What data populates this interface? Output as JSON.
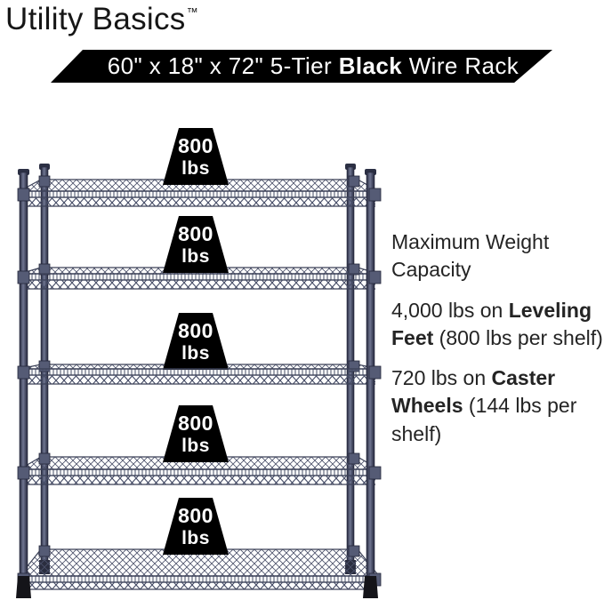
{
  "page": {
    "background": "#ffffff"
  },
  "brand": {
    "name": "Utility Basics",
    "trademark": "™"
  },
  "banner": {
    "prefix": "60\" x 18\" x 72\" 5-Tier ",
    "bold": "Black",
    "suffix": " Wire Rack",
    "bg_color": "#000000",
    "text_color": "#ffffff"
  },
  "rack": {
    "tiers": 5,
    "weight_value": "800",
    "weight_unit": "lbs",
    "wire_color": "#3c4258",
    "post_color": "#4a5069",
    "badge_bg": "#000000",
    "badge_text_color": "#ffffff"
  },
  "info": {
    "heading": "Maximum Weight Capacity",
    "items": [
      {
        "prefix": "4,000 lbs on ",
        "bold": "Leveling Feet",
        "suffix": " (800 lbs per shelf)"
      },
      {
        "prefix": "720 lbs on ",
        "bold": "Caster Wheels",
        "suffix": " (144 lbs per shelf)"
      }
    ]
  }
}
